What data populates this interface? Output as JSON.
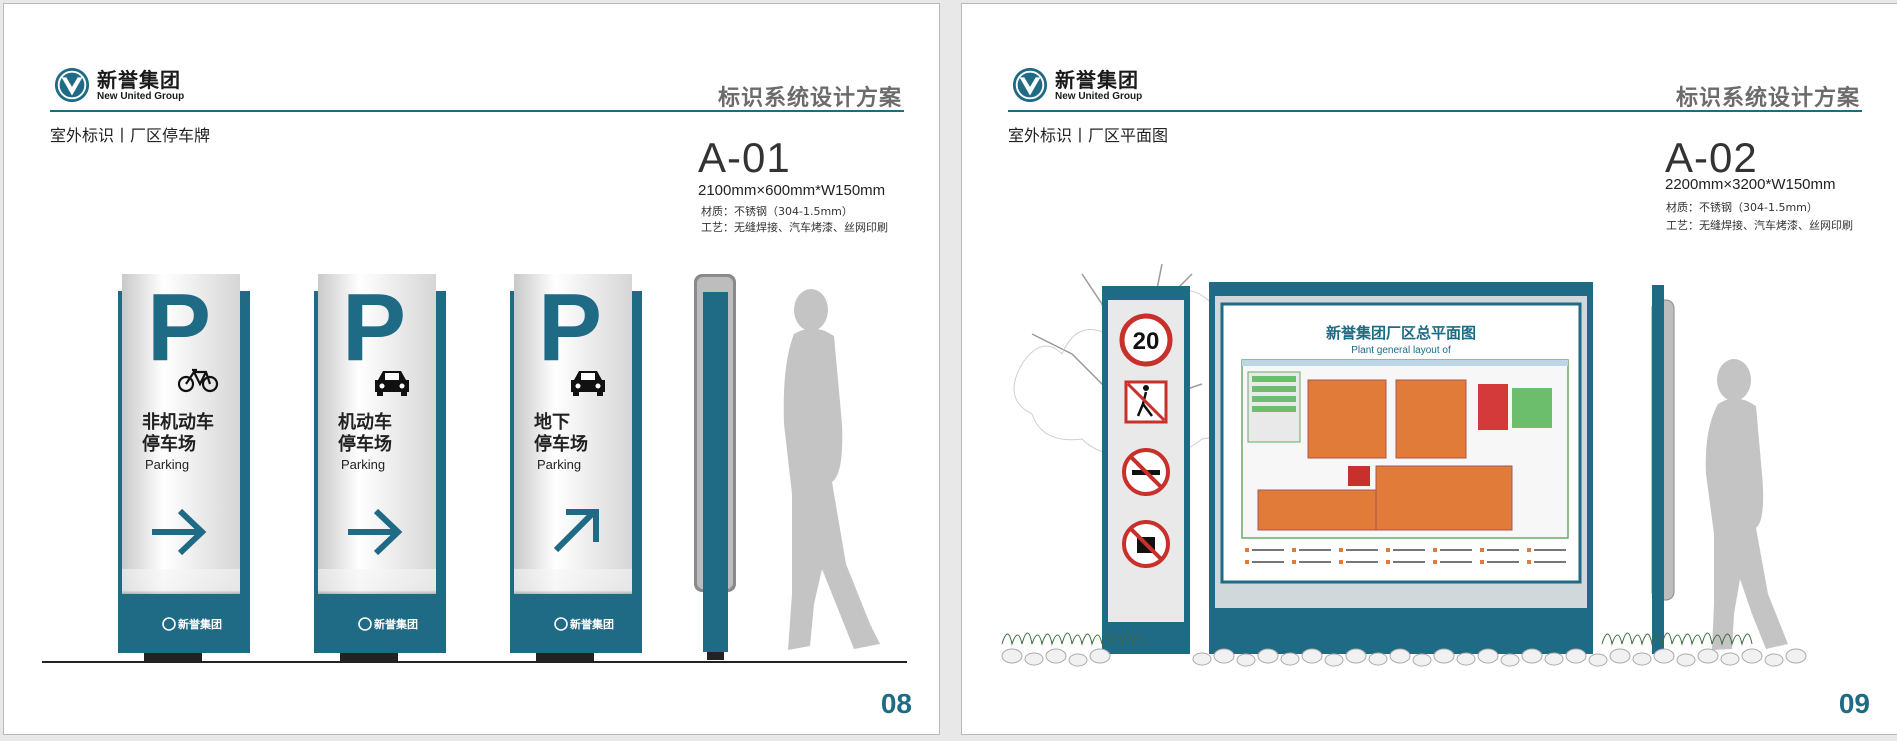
{
  "colors": {
    "accent": "#1f6a84",
    "orange": "#e07b39",
    "red": "#c8302b"
  },
  "left_page": {
    "brand_cn": "新誉集团",
    "brand_en": "New United Group",
    "header_title": "标识系统设计方案",
    "section_label": "室外标识丨厂区停车牌",
    "code": "A-01",
    "dimensions": "2100mm×600mm*W150mm",
    "material": "材质：不锈钢（304-1.5mm）",
    "process": "工艺：无缝焊接、汽车烤漆、丝网印刷",
    "page_number": "08",
    "signs": [
      {
        "letter": "P",
        "icon": "bicycle-icon",
        "line1": "非机动车",
        "line2": "停车场",
        "en": "Parking",
        "arrow": "arrow-right-icon",
        "brand": "新誉集团"
      },
      {
        "letter": "P",
        "icon": "car-icon",
        "line1": "机动车",
        "line2": "停车场",
        "en": "Parking",
        "arrow": "arrow-right-icon",
        "brand": "新誉集团"
      },
      {
        "letter": "P",
        "icon": "car-icon",
        "line1": "地下",
        "line2": "停车场",
        "en": "Parking",
        "arrow": "arrow-up-right-icon",
        "brand": "新誉集团"
      }
    ]
  },
  "right_page": {
    "brand_cn": "新誉集团",
    "brand_en": "New United Group",
    "header_title": "标识系统设计方案",
    "section_label": "室外标识丨厂区平面图",
    "code": "A-02",
    "dimensions": "2200mm×3200*W150mm",
    "material": "材质：不锈钢（304-1.5mm）",
    "process": "工艺：无缝焊接、汽车烤漆、丝网印刷",
    "page_number": "09",
    "board_title": "新誉集团厂区总平面图",
    "board_subtitle": "Plant general layout of",
    "speed_limit": "20"
  }
}
